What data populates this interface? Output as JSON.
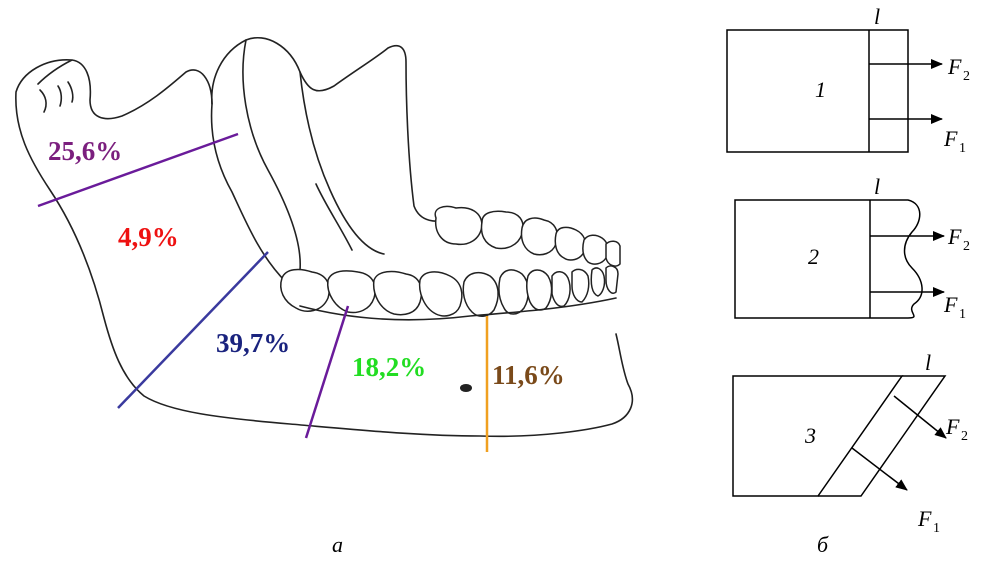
{
  "panel_a": {
    "caption": "а",
    "regions": [
      {
        "label": "25,6%",
        "color": "#7b1f7e"
      },
      {
        "label": "4,9%",
        "color": "#ee1111"
      },
      {
        "label": "39,7%",
        "color": "#1a237e"
      },
      {
        "label": "18,2%",
        "color": "#22dd22"
      },
      {
        "label": "11,6%",
        "color": "#7a4a1a"
      }
    ],
    "line_colors": {
      "purple": "#6a1b9a",
      "blue": "#3a3a9e",
      "orange": "#f0a020"
    }
  },
  "panel_b": {
    "caption": "б",
    "diagrams": [
      {
        "number": "1",
        "length_label": "l",
        "force_top": "F",
        "force_top_sub": "2",
        "force_bottom": "F",
        "force_bottom_sub": "1"
      },
      {
        "number": "2",
        "length_label": "l",
        "force_top": "F",
        "force_top_sub": "2",
        "force_bottom": "F",
        "force_bottom_sub": "1"
      },
      {
        "number": "3",
        "length_label": "l",
        "force_top": "F",
        "force_top_sub": "2",
        "force_bottom": "F",
        "force_bottom_sub": "1"
      }
    ]
  }
}
